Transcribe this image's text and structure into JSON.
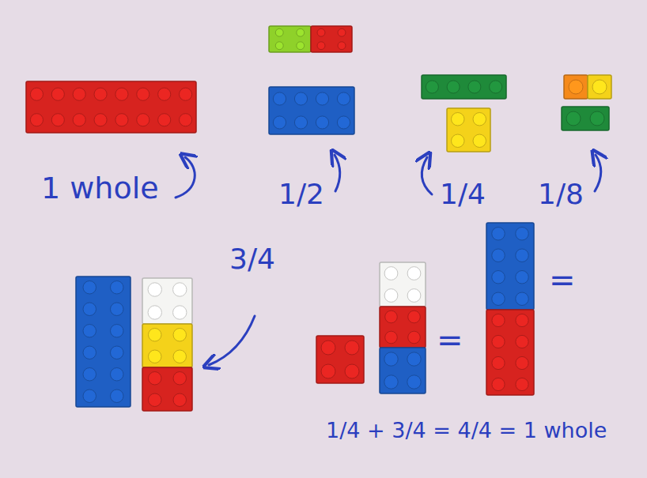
{
  "diagram": {
    "labels": [
      "1 whole",
      "1/2",
      "1/4",
      "1/8",
      "3/4",
      "=",
      "=",
      "1/4 + 3/4 = 4/4 = 1 whole"
    ]
  }
}
